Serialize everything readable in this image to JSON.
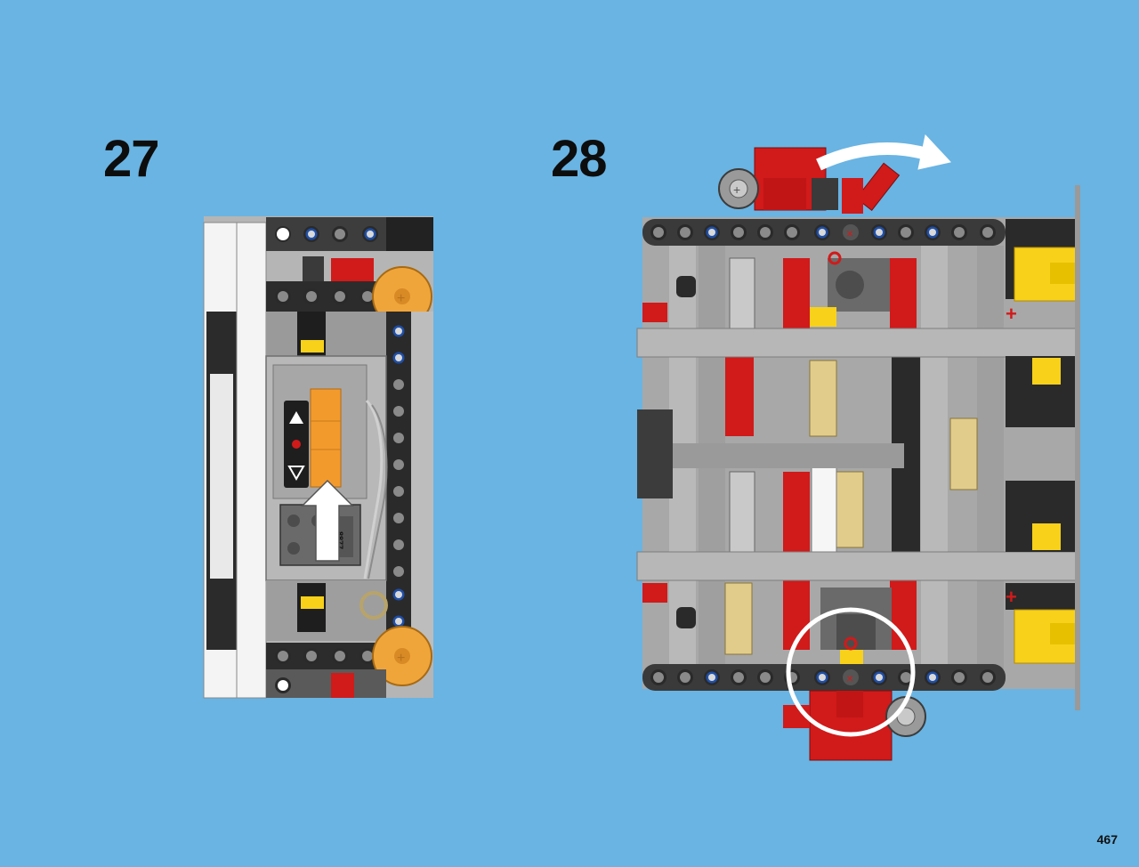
{
  "steps": [
    {
      "number": "27"
    },
    {
      "number": "28"
    }
  ],
  "page": {
    "number": "467"
  },
  "part_label": "8877",
  "colors": {
    "background": "#69b4e3",
    "light_gray": "#a5a5a5",
    "dark_gray": "#4a4a4a",
    "black": "#222222",
    "red": "#d11a1a",
    "yellow": "#f7d11a",
    "tan": "#e2cc8c",
    "orange": "#f39a2d",
    "white": "#ffffff"
  }
}
